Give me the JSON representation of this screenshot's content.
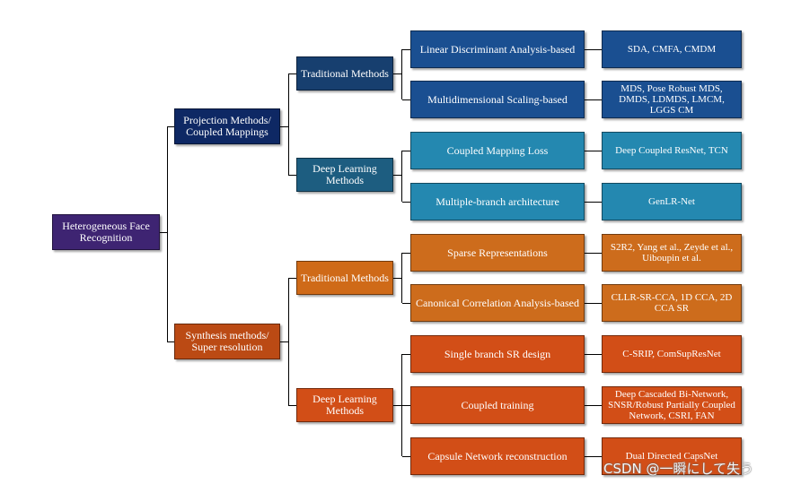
{
  "root": {
    "label": "Heterogeneous Face Recognition",
    "color": "#3e2472"
  },
  "branches": [
    {
      "label": "Projection Methods/ Coupled Mappings",
      "color": "#0e2864",
      "groups": [
        {
          "label": "Traditional Methods",
          "color": "#173f6f",
          "methods": [
            {
              "label": "Linear Discriminant Analysis-based",
              "examples": "SDA, CMFA, CMDM",
              "color": "#1a4f91"
            },
            {
              "label": "Multidimensional Scaling-based",
              "examples": "MDS, Pose Robust MDS, DMDS, LDMDS, LMCM, LGGS CM",
              "color": "#1a4f91"
            }
          ]
        },
        {
          "label": "Deep Learning Methods",
          "color": "#1d5d80",
          "methods": [
            {
              "label": "Coupled Mapping Loss",
              "examples": "Deep Coupled ResNet, TCN",
              "color": "#2488b0"
            },
            {
              "label": "Multiple-branch architecture",
              "examples": "GenLR-Net",
              "color": "#2488b0"
            }
          ]
        }
      ]
    },
    {
      "label": "Synthesis methods/ Super resolution",
      "color": "#bb4a14",
      "groups": [
        {
          "label": "Traditional Methods",
          "color": "#cf6a18",
          "methods": [
            {
              "label": "Sparse Representations",
              "examples": "S2R2, Yang et al., Zeyde et al., Uiboupin et al.",
              "color": "#cd6c1c"
            },
            {
              "label": "Canonical Correlation Analysis-based",
              "examples": "CLLR-SR-CCA, 1D CCA, 2D CCA SR",
              "color": "#cd6c1c"
            }
          ]
        },
        {
          "label": "Deep Learning Methods",
          "color": "#d24e17",
          "methods": [
            {
              "label": "Single branch SR design",
              "examples": "C-SRIP, ComSupResNet",
              "color": "#d24e17"
            },
            {
              "label": "Coupled training",
              "examples": "Deep Cascaded Bi-Network, SNSR/Robust Partially Coupled Network, CSRI, FAN",
              "color": "#d24e17"
            },
            {
              "label": "Capsule Network reconstruction",
              "examples": "Dual Directed CapsNet",
              "color": "#d24e17"
            }
          ]
        }
      ]
    }
  ],
  "watermark": "CSDN @一瞬にして失う"
}
